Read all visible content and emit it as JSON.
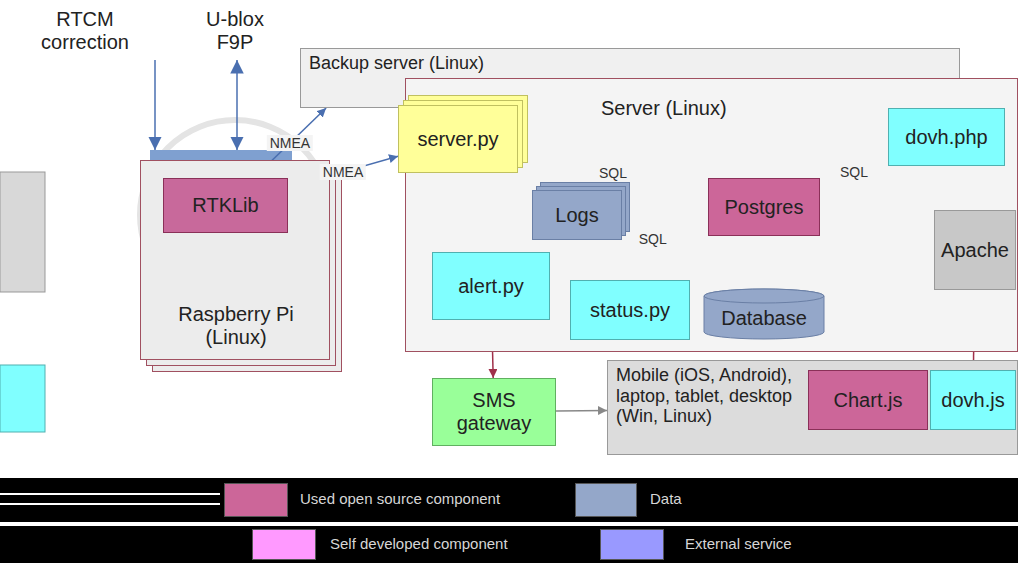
{
  "diagram": {
    "nodes": [
      {
        "text": [
          "Raspberry Pi (Linux)"
        ]
      },
      {
        "text": [
          "RTKLib"
        ],
        "in": 0
      },
      {
        "text": [
          "Backup server (Linux)"
        ]
      },
      {
        "text": [
          "Server (Linux)"
        ]
      },
      {
        "text": [
          "server.py"
        ],
        "in": 3
      },
      {
        "text": [
          "dovh.php"
        ],
        "in": 3
      },
      {
        "text": [
          "Logs"
        ],
        "in": 3
      },
      {
        "text": [
          "Postgres"
        ],
        "in": 3
      },
      {
        "text": [
          "Apache"
        ],
        "in": 3
      },
      {
        "text": [
          "alert.py"
        ],
        "in": 3
      },
      {
        "text": [
          "status.py"
        ],
        "in": 3
      },
      {
        "text": [
          "Database"
        ],
        "in": 3
      },
      {
        "text": [
          "SMS gateway"
        ]
      },
      {
        "text": [
          "Mobile (iOS, Android), laptop, tablet, desktop (Win, Linux)"
        ]
      },
      {
        "text": [
          "Chart.js"
        ],
        "in": 13
      },
      {
        "text": [
          "dovh.js"
        ],
        "in": 13
      }
    ],
    "edges": [
      {
        "from": 1,
        "to": 4,
        "label": "NMEA",
        "arrow": "to"
      },
      {
        "from": 1,
        "to": 2,
        "label": "NMEA",
        "arrow": "to"
      },
      {
        "from": 4,
        "to": 6,
        "arrow": "to"
      },
      {
        "from": 4,
        "to": 7,
        "label": "SQL",
        "arrow": "to"
      },
      {
        "from": 7,
        "to": 5,
        "label": "SQL",
        "arrow": "to"
      },
      {
        "from": 7,
        "to": 9,
        "label": "SQL",
        "arrow": "to"
      },
      {
        "from": 7,
        "to": 10,
        "arrow": "to"
      },
      {
        "from": 9,
        "to": 6,
        "arrow": "to"
      },
      {
        "from": 7,
        "to": 11,
        "arrow": "both"
      },
      {
        "from": 9,
        "to": 12,
        "arrow": "to"
      },
      {
        "from": 12,
        "to": 13,
        "arrow": "to"
      },
      {
        "from": 8,
        "to": 15,
        "arrow": "to"
      }
    ],
    "labels": [
      "RTCM correction",
      "U-blox F9P"
    ],
    "legend": [
      {
        "text": "Used open source component",
        "color": "#cc6699"
      },
      {
        "text": "Data",
        "color": "#94a7c9"
      },
      {
        "text": "Self developed component",
        "color": "#ff99ff"
      },
      {
        "text": "External service",
        "color": "#9999ff"
      }
    ]
  }
}
